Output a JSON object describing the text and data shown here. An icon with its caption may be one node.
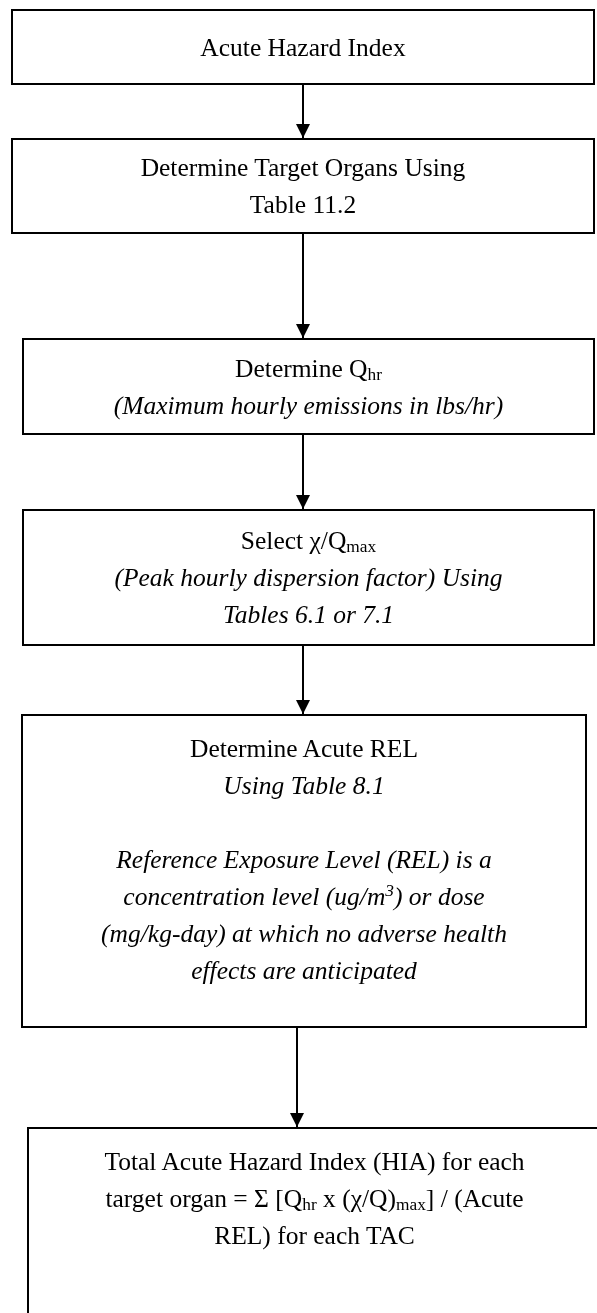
{
  "diagram": {
    "nodes": [
      {
        "text": [
          "Acute Hazard Index"
        ]
      },
      {
        "text": [
          "Determine Target Organs Using Table 11.2"
        ]
      },
      {
        "text": [
          "Determine Q$_{hr}$",
          "(Maximum hourly emissions in lbs/hr)"
        ]
      },
      {
        "text": [
          "Select χ/Q$_{max}$",
          "(Peak hourly dispersion factor) Using Tables 6.1 or 7.1"
        ]
      },
      {
        "text": [
          "Determine Acute REL",
          "Using Table 8.1",
          "Reference Exposure Level (REL) is a concentration level (ug/m$^{3}$) or dose (mg/kg-day) at which no adverse health effects are anticipated"
        ]
      },
      {
        "text": [
          "Total Acute Hazard Index (HIA) for each target organ = Σ [Q$_{hr}$ x (χ/Q)$_{max}$] / (Acute REL) for each TAC"
        ]
      }
    ],
    "edges": [
      {
        "from": 0,
        "to": 1,
        "arrow": "to"
      },
      {
        "from": 1,
        "to": 2,
        "arrow": "to"
      },
      {
        "from": 2,
        "to": 3,
        "arrow": "to"
      },
      {
        "from": 3,
        "to": 4,
        "arrow": "to"
      },
      {
        "from": 4,
        "to": 5,
        "arrow": "to"
      }
    ]
  }
}
